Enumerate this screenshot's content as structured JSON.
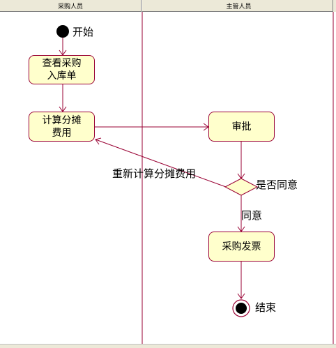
{
  "lanes": {
    "left": "采购人员",
    "right": "主管人员"
  },
  "nodes": {
    "start": "开始",
    "view_order": "查看采购\n入库单",
    "calc_cost": "计算分摊\n费用",
    "approve": "审批",
    "decision": "是否同意",
    "invoice": "采购发票",
    "end": "结束"
  },
  "edges": {
    "reject": "重新计算分摊费用",
    "agree": "同意"
  },
  "colors": {
    "box_fill": "#ffffcc",
    "box_border": "#990033",
    "edge": "#990033",
    "lane_line": "#990033"
  }
}
